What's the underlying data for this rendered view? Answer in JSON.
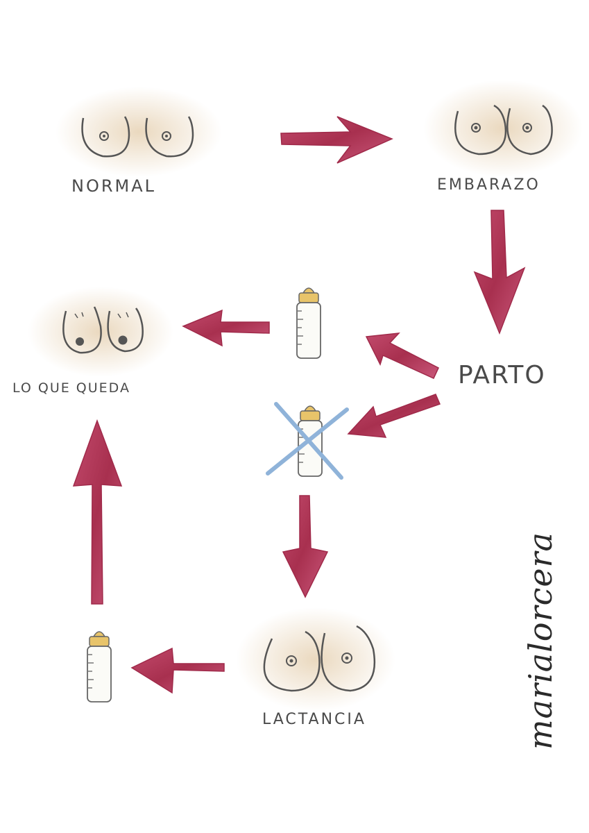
{
  "labels": {
    "normal": "NORMAL",
    "embarazo": "EMBARAZO",
    "parto": "PARTO",
    "lo_que_queda": "LO QUE QUEDA",
    "lactancia": "LACTANCIA"
  },
  "signature": "marialorcera",
  "colors": {
    "arrow": "#b83a5e",
    "skin": "#d9b98a",
    "outline": "#555555",
    "cross": "#8fb3d9",
    "bottle_nipple": "#e8c46a"
  },
  "icons": [
    "breast-pair-icon",
    "baby-bottle-icon",
    "arrow-icon",
    "cross-icon"
  ]
}
